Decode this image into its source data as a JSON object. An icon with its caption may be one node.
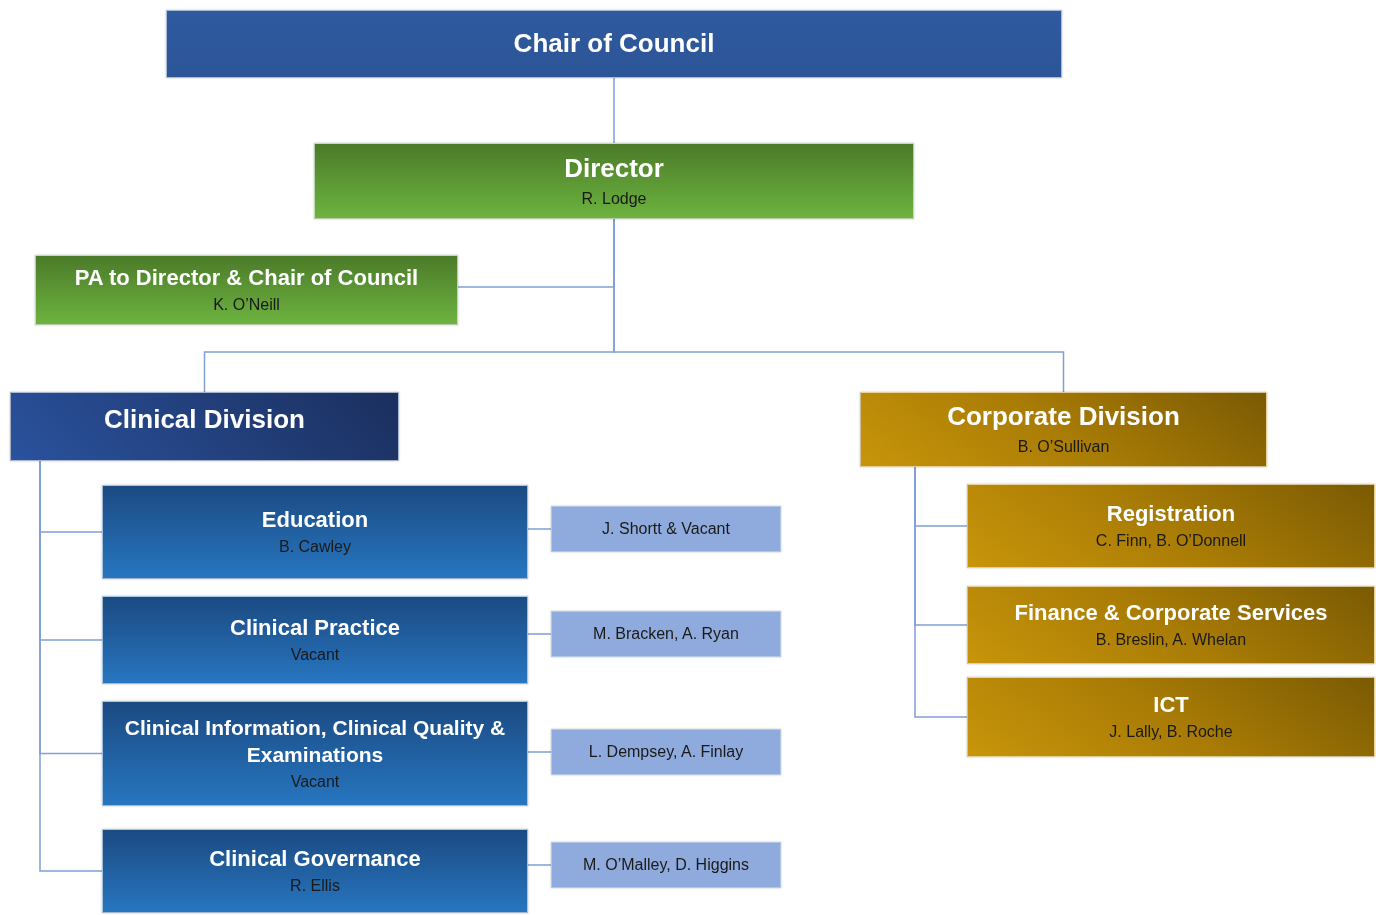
{
  "diagram": {
    "nodes": [
      {
        "text": [
          "Chair of Council"
        ]
      },
      {
        "text": [
          "Director",
          "R. Lodge"
        ]
      },
      {
        "text": [
          "PA to Director & Chair of Council",
          "K. O’Neill"
        ]
      },
      {
        "text": [
          "Clinical Division"
        ]
      },
      {
        "text": [
          "Education",
          "B. Cawley"
        ]
      },
      {
        "text": [
          "J. Shortt & Vacant"
        ]
      },
      {
        "text": [
          "Clinical Practice",
          "Vacant"
        ]
      },
      {
        "text": [
          "M. Bracken, A. Ryan"
        ]
      },
      {
        "text": [
          "Clinical Information, Clinical Quality & Examinations",
          "Vacant"
        ]
      },
      {
        "text": [
          "L. Dempsey, A. Finlay"
        ]
      },
      {
        "text": [
          "Clinical Governance",
          "R. Ellis"
        ]
      },
      {
        "text": [
          "M. O’Malley, D. Higgins"
        ]
      },
      {
        "text": [
          "Corporate Division",
          "B. O’Sullivan"
        ]
      },
      {
        "text": [
          "Registration",
          "C. Finn, B. O’Donnell"
        ]
      },
      {
        "text": [
          "Finance & Corporate Services",
          "B. Breslin, A. Whelan"
        ]
      },
      {
        "text": [
          "ICT",
          "J. Lally, B. Roche"
        ]
      }
    ],
    "edges": [
      {
        "from": 0,
        "to": 1,
        "arrow": "none"
      },
      {
        "from": 1,
        "to": 2,
        "arrow": "none"
      },
      {
        "from": 1,
        "to": 3,
        "arrow": "none"
      },
      {
        "from": 1,
        "to": 12,
        "arrow": "none"
      },
      {
        "from": 3,
        "to": 4,
        "arrow": "none"
      },
      {
        "from": 3,
        "to": 6,
        "arrow": "none"
      },
      {
        "from": 3,
        "to": 8,
        "arrow": "none"
      },
      {
        "from": 3,
        "to": 10,
        "arrow": "none"
      },
      {
        "from": 4,
        "to": 5,
        "arrow": "none"
      },
      {
        "from": 6,
        "to": 7,
        "arrow": "none"
      },
      {
        "from": 8,
        "to": 9,
        "arrow": "none"
      },
      {
        "from": 10,
        "to": 11,
        "arrow": "none"
      },
      {
        "from": 12,
        "to": 13,
        "arrow": "none"
      },
      {
        "from": 12,
        "to": 14,
        "arrow": "none"
      },
      {
        "from": 12,
        "to": 15,
        "arrow": "none"
      }
    ]
  }
}
